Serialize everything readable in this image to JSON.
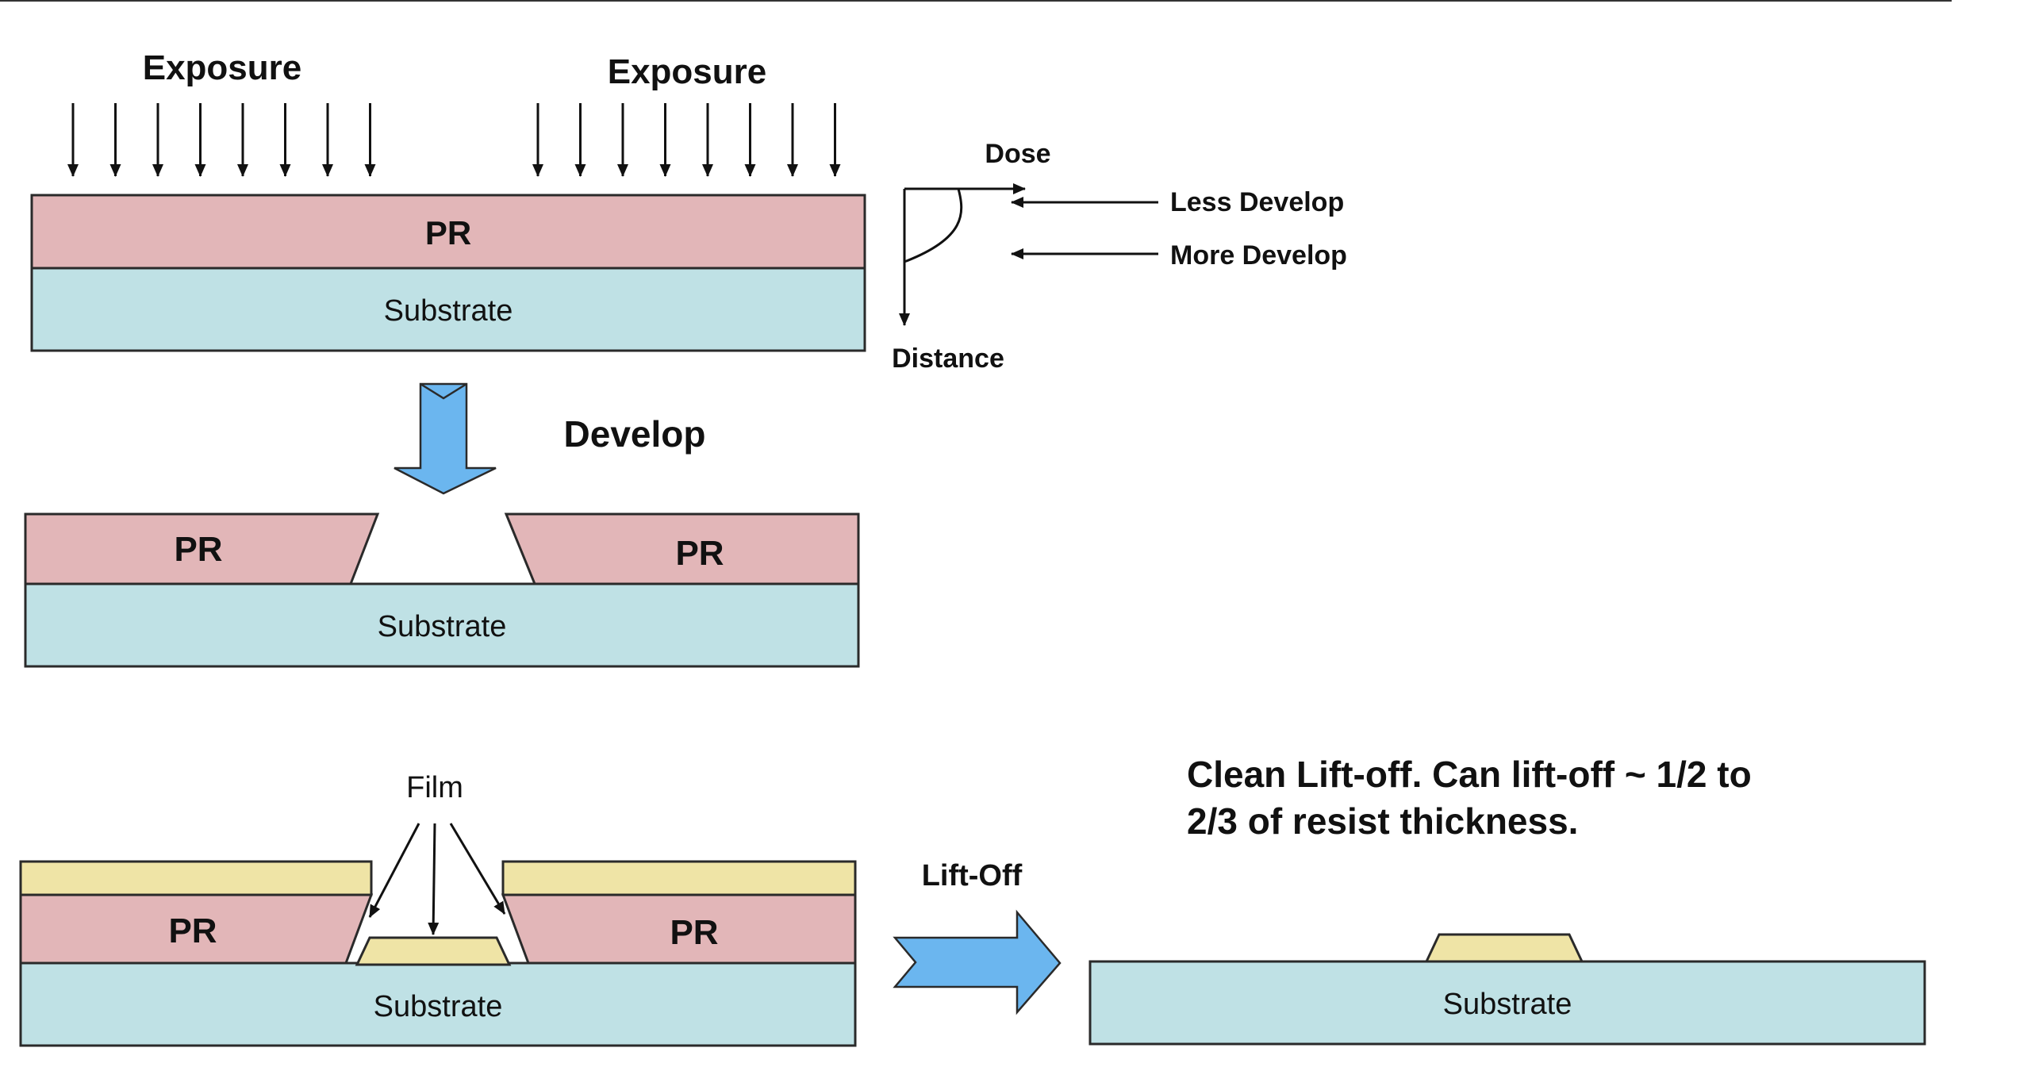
{
  "labels": {
    "exposure_left": "Exposure",
    "exposure_right": "Exposure",
    "pr": "PR",
    "substrate": "Substrate",
    "develop": "Develop",
    "dose": "Dose",
    "distance": "Distance",
    "less_develop": "Less Develop",
    "more_develop": "More Develop",
    "film": "Film",
    "lift_off": "Lift-Off",
    "clean_line1": "Clean Lift-off.  Can lift-off ~ 1/2 to",
    "clean_line2": "2/3 of resist thickness."
  },
  "colors": {
    "photoresist": "#e2b6b8",
    "substrate": "#bfe1e5",
    "film": "#efe4a6",
    "process_arrow": "#6bb6ef"
  }
}
